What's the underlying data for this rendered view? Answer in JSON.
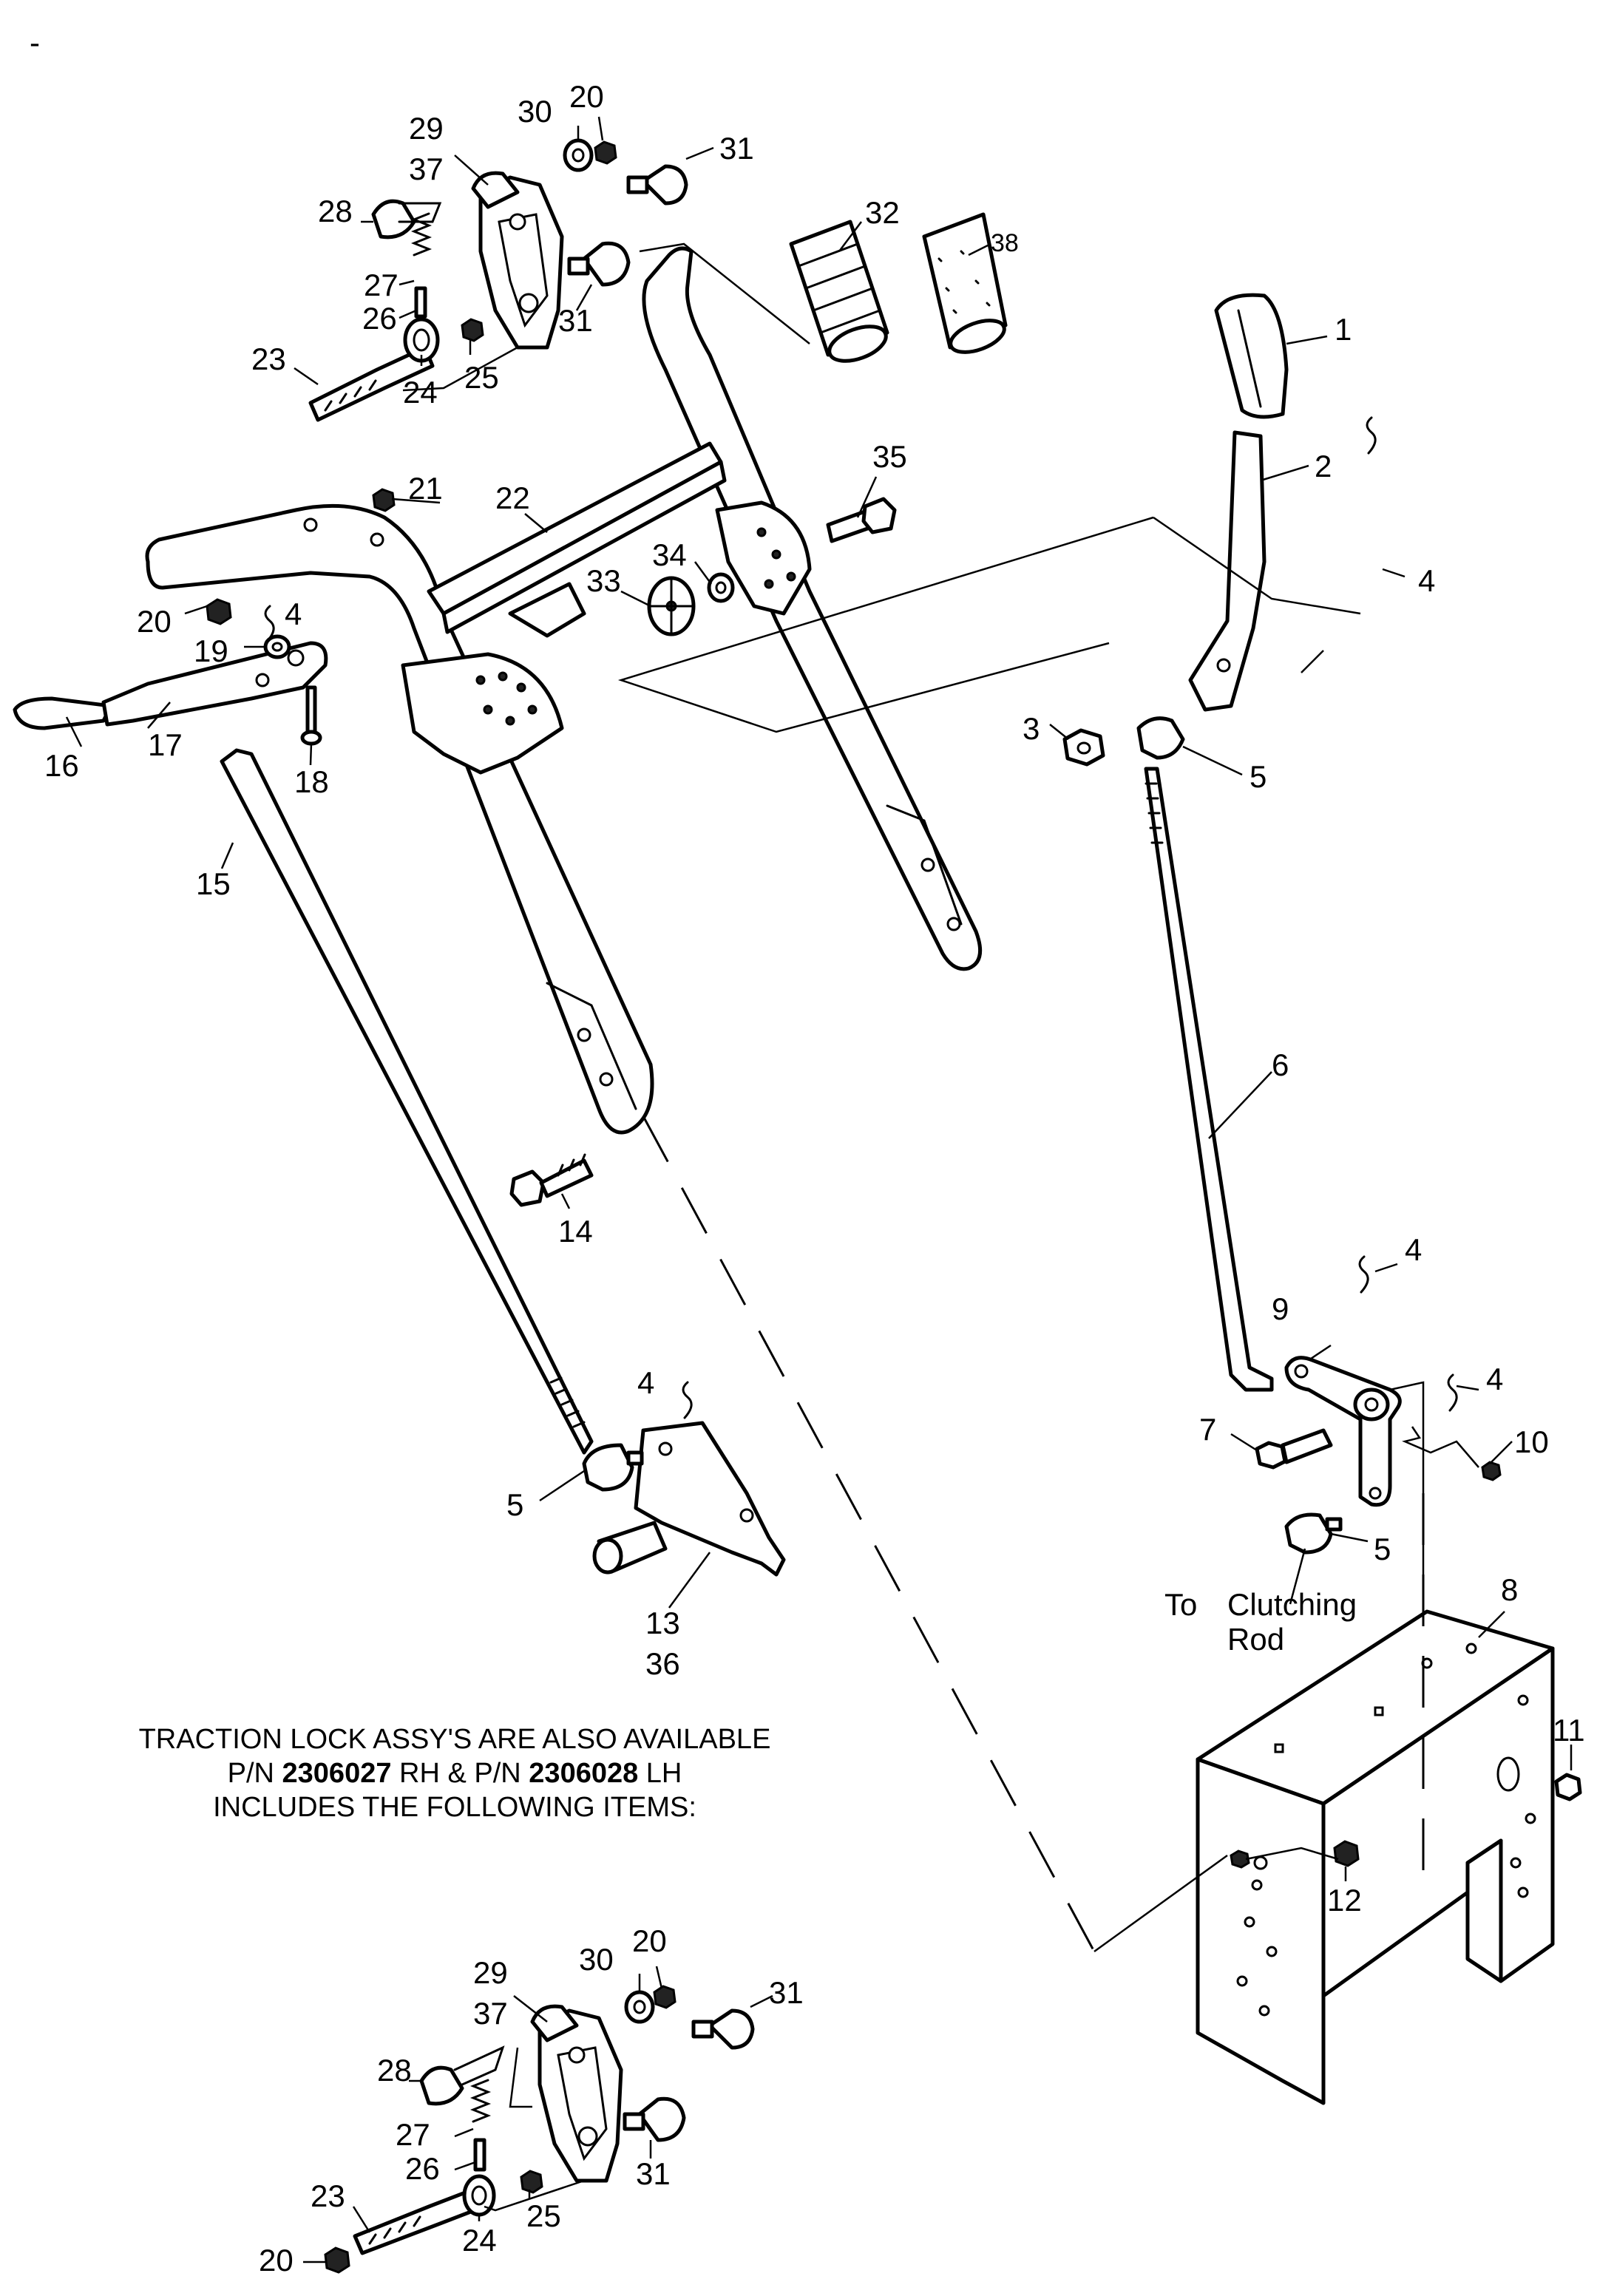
{
  "callouts": {
    "c1": "1",
    "c2": "2",
    "c3": "3",
    "c4a": "4",
    "c4b": "4",
    "c4c": "4",
    "c4d": "4",
    "c4e": "4",
    "c5a": "5",
    "c5b": "5",
    "c5c": "5",
    "c6": "6",
    "c7": "7",
    "c8": "8",
    "c9": "9",
    "c10": "10",
    "c11": "11",
    "c12": "12",
    "c13": "13",
    "c36": "36",
    "c14": "14",
    "c15": "15",
    "c16": "16",
    "c17": "17",
    "c18": "18",
    "c19": "19",
    "c20a": "20",
    "c20b": "20",
    "c21": "21",
    "c22": "22",
    "c23": "23",
    "c24": "24",
    "c25": "25",
    "c26": "26",
    "c27": "27",
    "c28": "28",
    "c29": "29",
    "c37": "37",
    "c30": "30",
    "c31a": "31",
    "c31b": "31",
    "c32": "32",
    "c33": "33",
    "c34": "34",
    "c35": "35",
    "c38": "38",
    "b20a": "20",
    "b20b": "20",
    "b23": "23",
    "b24": "24",
    "b25": "25",
    "b26": "26",
    "b27": "27",
    "b28": "28",
    "b29": "29",
    "b37": "37",
    "b30": "30",
    "b31a": "31",
    "b31b": "31"
  },
  "labels": {
    "to": "To",
    "clutching": "Clutching",
    "rod": "Rod",
    "corner_mark": "-"
  },
  "note": {
    "line1": "TRACTION LOCK ASSY'S ARE ALSO AVAILABLE",
    "line2_prefix": "P/N",
    "rh_part_number": "2306027",
    "line2_middle": "RH & P/N",
    "lh_part_number": "2306028",
    "line2_suffix": "LH",
    "line3": "INCLUDES THE FOLLOWING ITEMS:"
  }
}
